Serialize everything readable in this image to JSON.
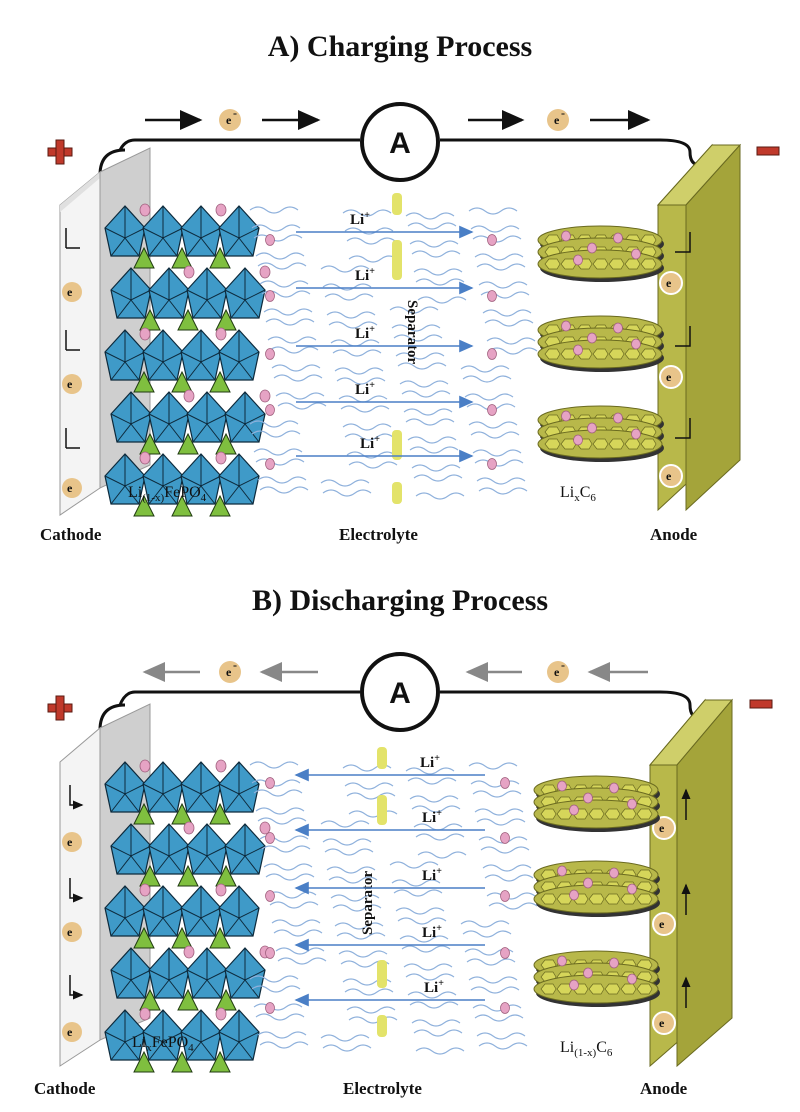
{
  "panels": {
    "charging": {
      "title": "A) Charging Process",
      "ammeter": "A",
      "electron": "e",
      "electron_sup": "-",
      "ion": "Li",
      "ion_sup": "+",
      "separator": "Separator",
      "cathode_material": {
        "base": "Li",
        "sub": "(1-x)",
        "rest": "FePO",
        "sub2": "4"
      },
      "anode_material": {
        "base": "Li",
        "sub": "x",
        "rest": "C",
        "sub2": "6"
      },
      "cathode_label": "Cathode",
      "electrolyte_label": "Electrolyte",
      "anode_label": "Anode",
      "plus_sign": "+",
      "minus_sign": "−"
    },
    "discharging": {
      "title": "B) Discharging Process",
      "ammeter": "A",
      "electron": "e",
      "electron_sup": "-",
      "ion": "Li",
      "ion_sup": "+",
      "separator": "Separator",
      "cathode_material": {
        "base": "Li",
        "sub": "x",
        "rest": "FePO",
        "sub2": "4"
      },
      "anode_material": {
        "base": "Li",
        "sub": "(1-x)",
        "rest": "C",
        "sub2": "6"
      },
      "cathode_label": "Cathode",
      "electrolyte_label": "Electrolyte",
      "anode_label": "Anode",
      "plus_sign": "+",
      "minus_sign": "−"
    }
  },
  "colors": {
    "octahedron": "#3f9ac8",
    "tetrahedron": "#7fbf3f",
    "anode_plate": "#b8b84a",
    "cathode_plate": "#f4f4f4",
    "li_ion": "#e6a3c4",
    "electron_ball": "#e8c48a",
    "separator": "#e3e36a",
    "ion_arrow": "#4a7fc6",
    "electrolyte_wave": "#8fb1dc",
    "plus_sign": "#c0392b",
    "minus_sign": "#c0392b"
  }
}
